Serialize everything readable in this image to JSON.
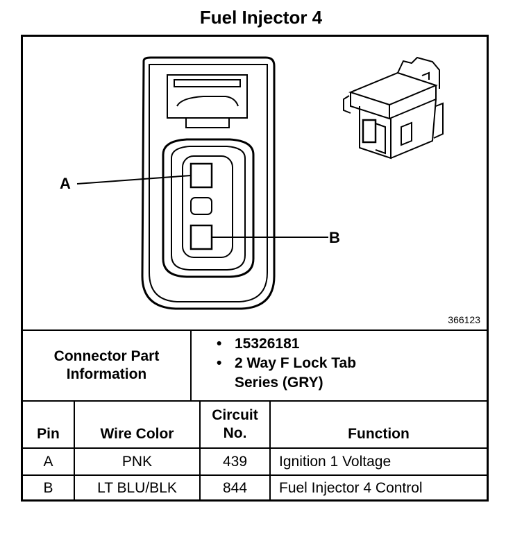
{
  "title": "Fuel Injector 4",
  "diagram": {
    "pin_a_label": "A",
    "pin_b_label": "B",
    "figure_number": "366123"
  },
  "connector_info": {
    "label_line1": "Connector Part",
    "label_line2": "Information",
    "bullets": [
      "15326181",
      "2 Way F Lock Tab"
    ],
    "bullet2_cont": "Series (GRY)"
  },
  "table": {
    "headers": {
      "pin": "Pin",
      "wire_color": "Wire Color",
      "circuit_line1": "Circuit",
      "circuit_line2": "No.",
      "function": "Function"
    },
    "rows": [
      {
        "pin": "A",
        "wire_color": "PNK",
        "circuit": "439",
        "function": "Ignition 1 Voltage"
      },
      {
        "pin": "B",
        "wire_color": "LT BLU/BLK",
        "circuit": "844",
        "function": "Fuel Injector 4 Control"
      }
    ]
  }
}
